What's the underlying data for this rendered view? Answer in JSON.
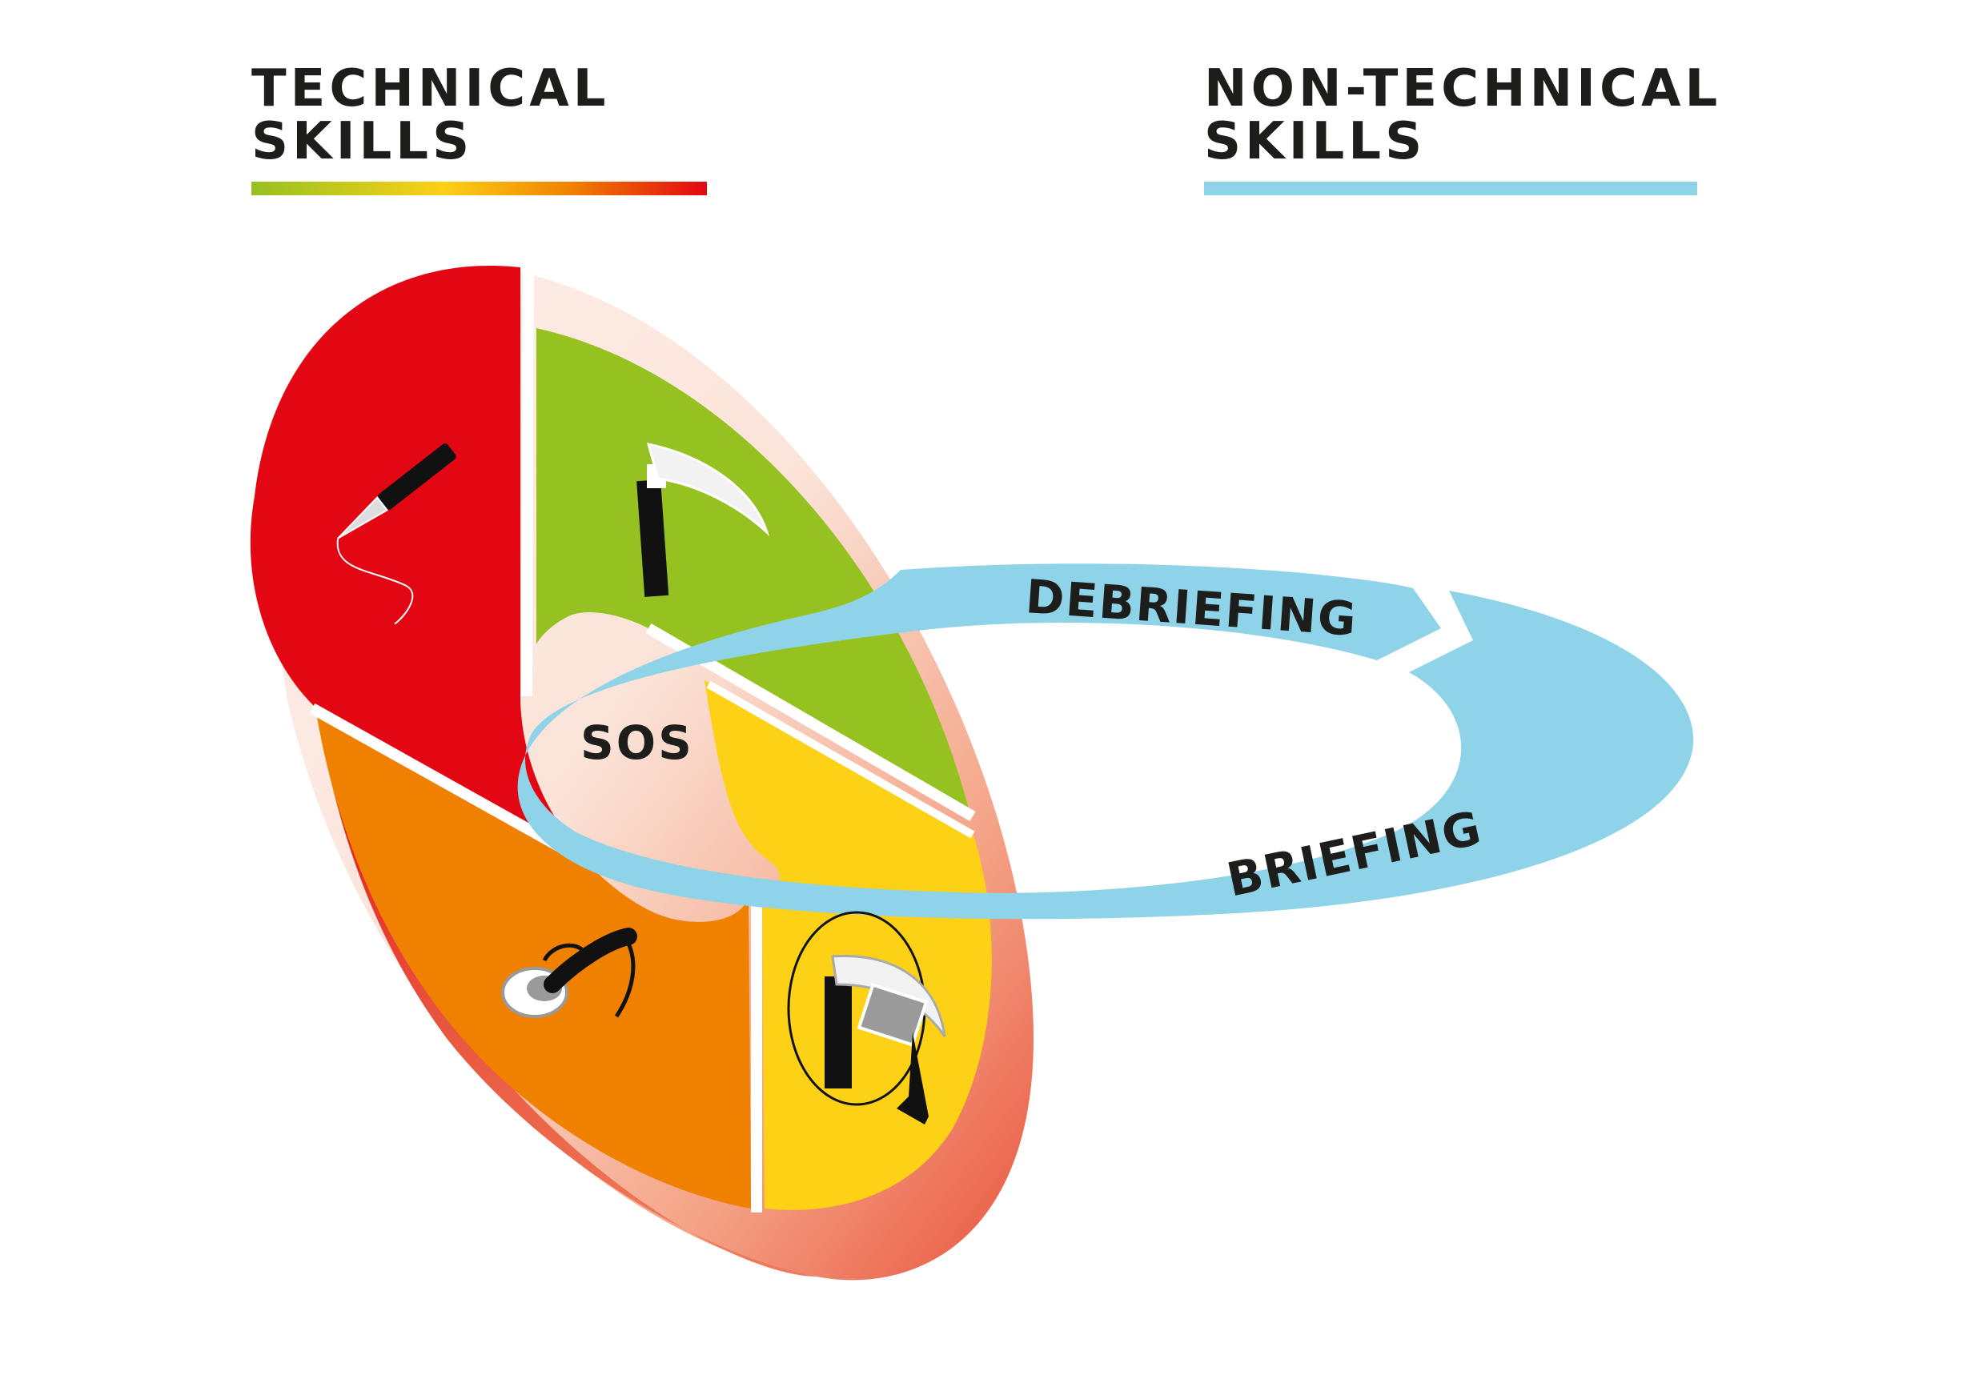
{
  "headings": {
    "technical": {
      "line1": "TECHNICAL",
      "line2": "SKILLS"
    },
    "non_technical": {
      "line1": "NON-TECHNICAL",
      "line2": "SKILLS"
    }
  },
  "diagram": {
    "center_label": "SOS",
    "ring_labels": {
      "debriefing": "DEBRIEFING",
      "briefing": "BRIEFING"
    },
    "segments": [
      {
        "color": "#e30613",
        "icon": "scalpel-icon"
      },
      {
        "color": "#95c121",
        "icon": "laryngoscope-icon"
      },
      {
        "color": "#fcd116",
        "icon": "video-laryngoscope-icon"
      },
      {
        "color": "#f08100",
        "icon": "laryngeal-mask-icon"
      }
    ],
    "colors": {
      "ring": "#8fd3e9",
      "disc_rim": "#e9533d",
      "text": "#1d1d1b"
    }
  }
}
